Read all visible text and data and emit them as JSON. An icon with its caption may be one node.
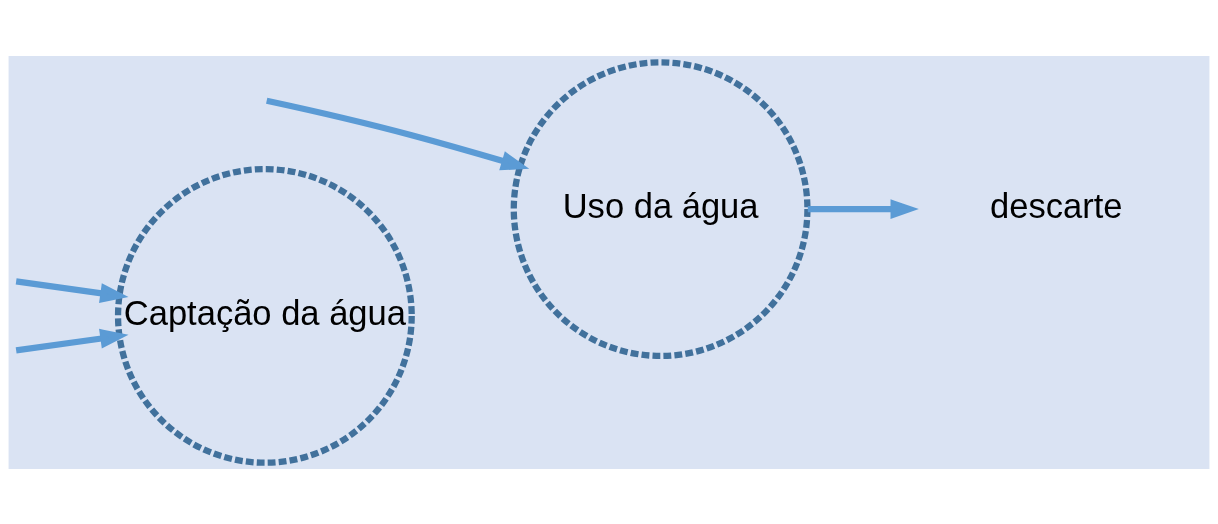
{
  "diagram": {
    "nodes": [
      {
        "text": [
          "Captação da água"
        ]
      },
      {
        "text": [
          "Uso da água"
        ]
      },
      {
        "text": [
          "descarte"
        ]
      }
    ],
    "edges": [
      {
        "from": null,
        "to": 0,
        "arrow": "to"
      },
      {
        "from": null,
        "to": 0,
        "arrow": "to"
      },
      {
        "from": null,
        "to": 1,
        "arrow": "to"
      },
      {
        "from": 1,
        "to": 2,
        "arrow": "to"
      }
    ]
  }
}
